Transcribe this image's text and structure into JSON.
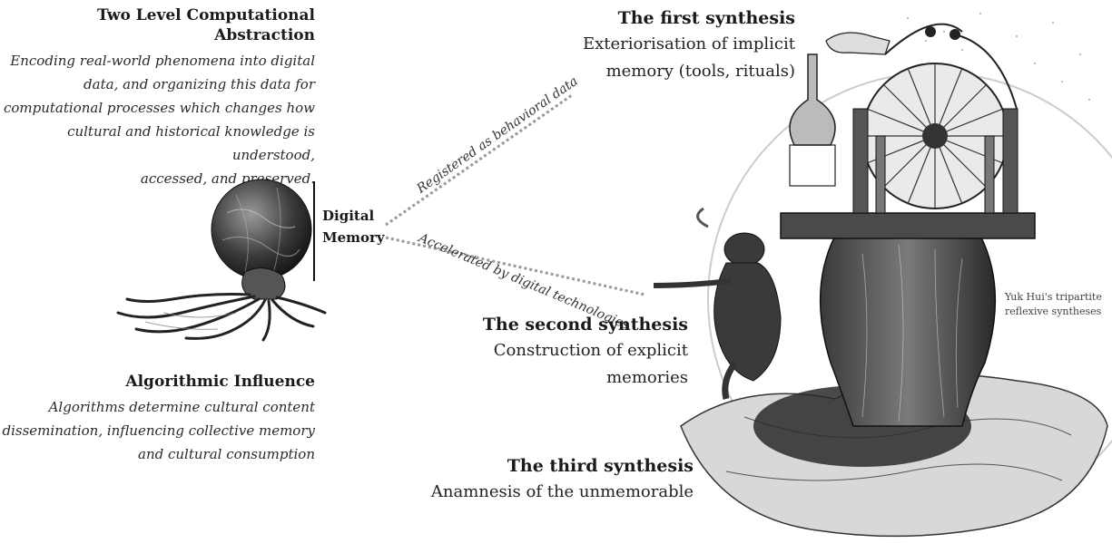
{
  "left_top": {
    "title": "Two Level Computational Abstraction",
    "lines": [
      "Encoding real-world phenomena into digital",
      "data, and organizing this data for",
      "computational processes which changes how",
      "cultural and historical knowledge is understood,",
      "accessed, and preserved."
    ]
  },
  "left_bottom": {
    "title": "Algorithmic Influence",
    "lines": [
      "Algorithms determine cultural content",
      "dissemination, influencing collective memory",
      "and cultural consumption"
    ]
  },
  "center": {
    "label_line1": "Digital",
    "label_line2": "Memory"
  },
  "connectors": {
    "upper": "Registered as behavioral data",
    "lower": "Accelerated by digital technologies"
  },
  "syntheses": [
    {
      "title": "The first synthesis",
      "lines": [
        "Exteriorisation of implicit",
        "memory (tools, rituals)"
      ]
    },
    {
      "title": "The second synthesis",
      "lines": [
        "Construction of explicit",
        "memories"
      ]
    },
    {
      "title": "The third synthesis",
      "lines": [
        "Anamnesis of the unmemorable"
      ]
    }
  ],
  "note": {
    "line1": "Yuk Hui's tripartite",
    "line2": "reflexive syntheses"
  }
}
